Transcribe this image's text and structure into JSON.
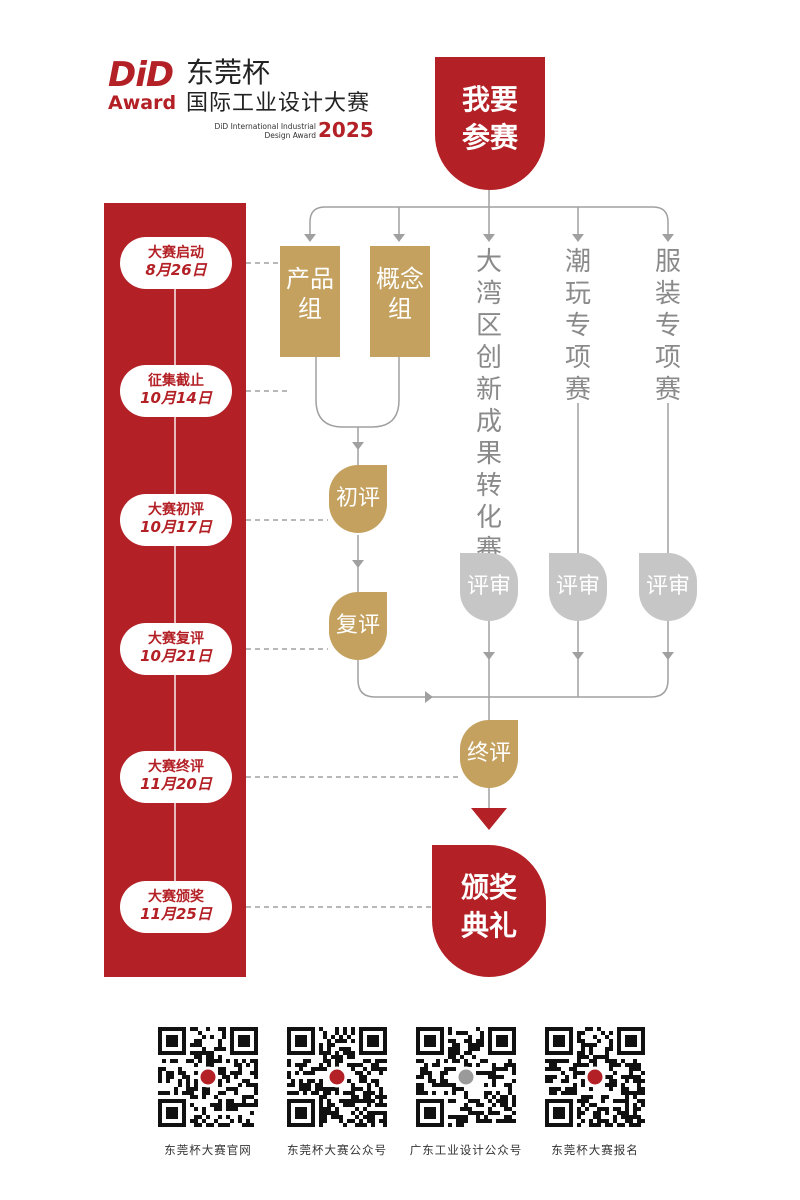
{
  "header": {
    "logo_did": "DiD",
    "logo_award": "Award",
    "title_line1": "东莞杯",
    "title_line2": "国际工业设计大赛",
    "subtitle_en_1": "DiD International Industrial",
    "subtitle_en_2": "Design Award",
    "year": "2025"
  },
  "flow": {
    "start": [
      "我要",
      "参赛"
    ],
    "groups": {
      "product": "产品组",
      "concept": "概念组",
      "bay_area": "大湾区创新成果转化赛",
      "trendy_toys": "潮玩专项赛",
      "apparel": "服装专项赛"
    },
    "stages": {
      "preliminary": "初评",
      "second": "复评",
      "review": "评审",
      "final": "终评"
    },
    "end": [
      "颁奖",
      "典礼"
    ]
  },
  "timeline": [
    {
      "title": "大赛启动",
      "date": "8月26日"
    },
    {
      "title": "征集截止",
      "date": "10月14日"
    },
    {
      "title": "大赛初评",
      "date": "10月17日"
    },
    {
      "title": "大赛复评",
      "date": "10月21日"
    },
    {
      "title": "大赛终评",
      "date": "11月20日"
    },
    {
      "title": "大赛颁奖",
      "date": "11月25日"
    }
  ],
  "qr_codes": [
    {
      "label": "东莞杯大赛官网"
    },
    {
      "label": "东莞杯大赛公众号"
    },
    {
      "label": "广东工业设计公众号"
    },
    {
      "label": "东莞杯大赛报名"
    }
  ],
  "colors": {
    "brand_red": "#b32025",
    "gold": "#c4a15f",
    "grey": "#c6c6c6",
    "line": "#a0a0a0"
  }
}
